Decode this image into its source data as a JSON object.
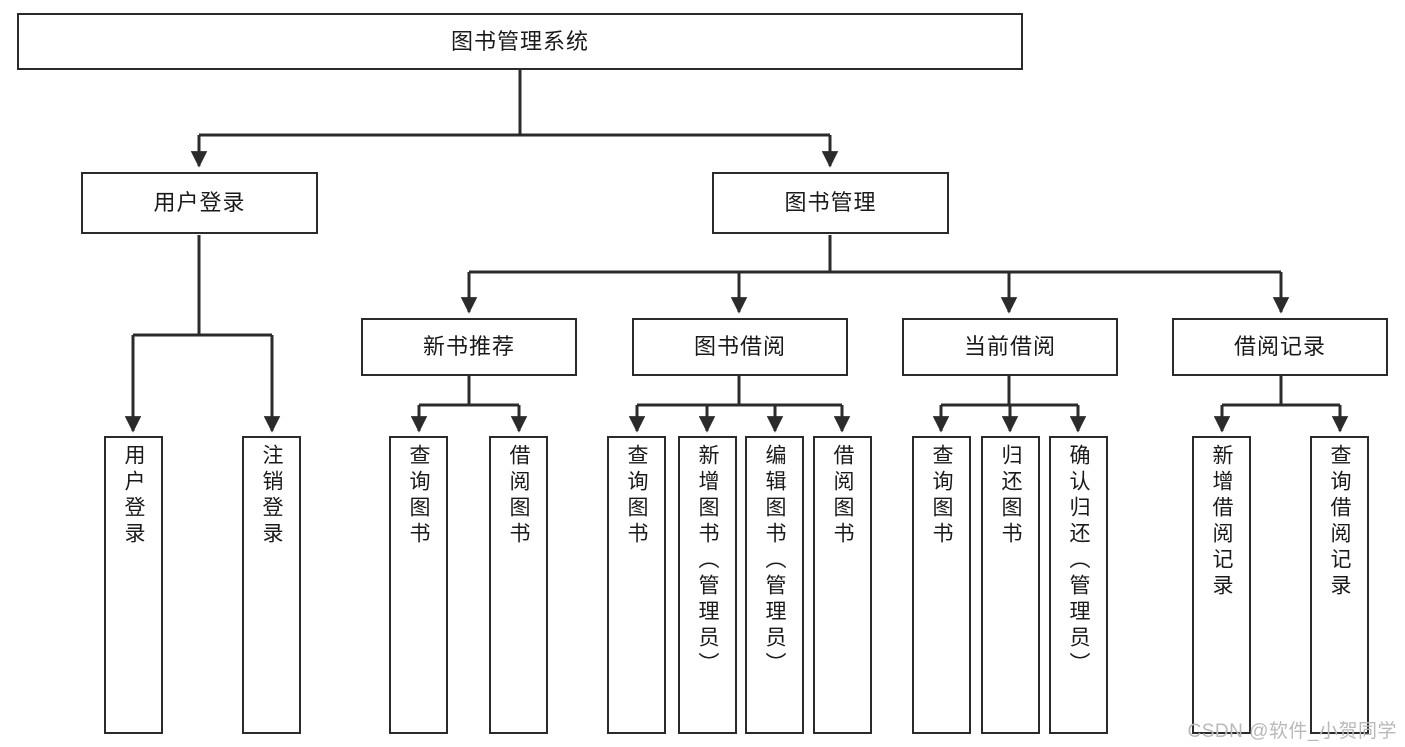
{
  "diagram": {
    "title": "图书管理系统",
    "watermark": "CSDN @软件_小贺同学",
    "colors": {
      "background": "#ffffff",
      "node_border": "#2b2b2b",
      "node_fill": "#ffffff",
      "edge": "#2b2b2b",
      "text": "#1a1a1a",
      "watermark": "#b9b9b9"
    },
    "root": {
      "label": "图书管理系统"
    },
    "level2": [
      {
        "label": "用户登录"
      },
      {
        "label": "图书管理"
      }
    ],
    "level3": [
      {
        "label": "新书推荐"
      },
      {
        "label": "图书借阅"
      },
      {
        "label": "当前借阅"
      },
      {
        "label": "借阅记录"
      }
    ],
    "leaves": {
      "user_login": [
        {
          "label": "用户登录"
        },
        {
          "label": "注销登录"
        }
      ],
      "new_book_recommend": [
        {
          "label": "查询图书"
        },
        {
          "label": "借阅图书"
        }
      ],
      "book_borrow": [
        {
          "label": "查询图书"
        },
        {
          "label": "新增图书（管理员）"
        },
        {
          "label": "编辑图书（管理员）"
        },
        {
          "label": "借阅图书"
        }
      ],
      "current_borrow": [
        {
          "label": "查询图书"
        },
        {
          "label": "归还图书"
        },
        {
          "label": "确认归还（管理员）"
        }
      ],
      "borrow_record": [
        {
          "label": "新增借阅记录"
        },
        {
          "label": "查询借阅记录"
        }
      ]
    }
  }
}
